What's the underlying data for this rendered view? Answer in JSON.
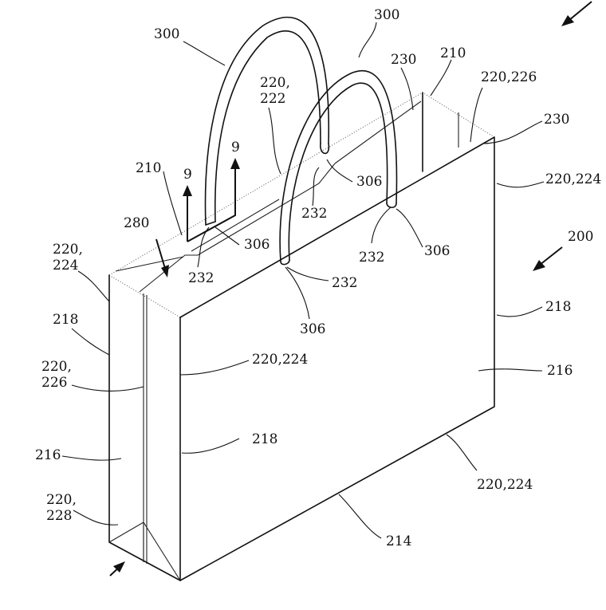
{
  "diagram": {
    "labels": {
      "l300a": "300",
      "l300b": "300",
      "l230a": "230",
      "l210a": "210",
      "l220_226a": "220,226",
      "l230b": "230",
      "l220_224a": "220,224",
      "l220_222_1": "220,",
      "l220_222_2": "222",
      "l9a": "9",
      "l9b": "9",
      "l210b": "210",
      "l280": "280",
      "l306a": "306",
      "l306b": "306",
      "l306c": "306",
      "l306d": "306",
      "l232a": "232",
      "l232b": "232",
      "l232c": "232",
      "l232d": "232",
      "l200": "200",
      "l220_224b_1": "220,",
      "l220_224b_2": "224",
      "l218a": "218",
      "l218b": "218",
      "l218c": "218",
      "l220_226b_1": "220,",
      "l220_226b_2": "226",
      "l220_224c": "220,224",
      "l216a": "216",
      "l216b": "216",
      "l220_228_1": "220,",
      "l220_228_2": "228",
      "l220_224d": "220,224",
      "l214": "214"
    }
  }
}
